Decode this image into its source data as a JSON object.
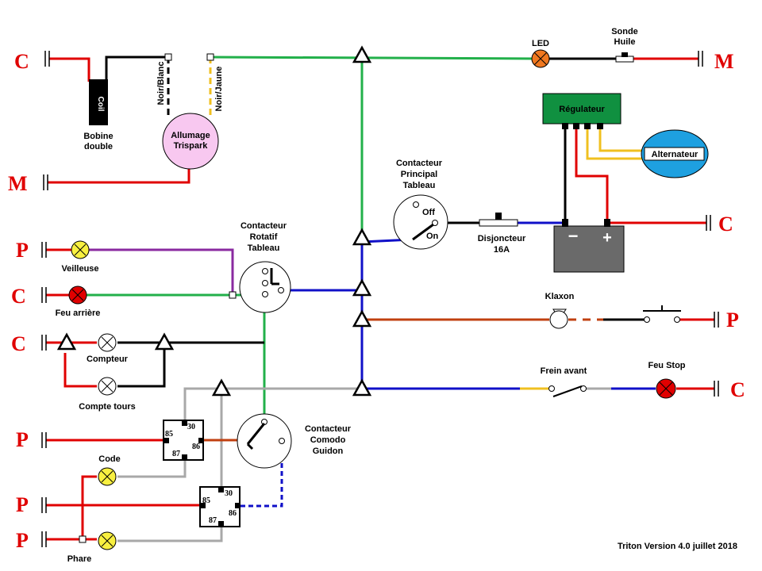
{
  "colors": {
    "red": "#e00000",
    "black": "#000000",
    "green": "#22b04a",
    "blue": "#1010c8",
    "purple": "#8a2aa0",
    "yellow": "#f0c020",
    "brown": "#c04010",
    "grey": "#a8a8a8",
    "led_orange": "#f07820",
    "lamp_yellow": "#f8f040",
    "stop_red": "#e00000",
    "regulator_green": "#109040",
    "battery_grey": "#6a6a6a",
    "alternator_blue": "#1ea0e0",
    "allumage_pink": "#f8c8f0"
  },
  "terminals": {
    "c_top_left": "C",
    "m_left": "M",
    "p_veilleuse": "P",
    "c_feu_arriere": "C",
    "c_compteur": "C",
    "p_relay1": "P",
    "p_relay2": "P",
    "p_phare": "P",
    "m_top_right": "M",
    "c_battery": "C",
    "p_klaxon": "P",
    "c_feu_stop": "C"
  },
  "labels": {
    "coil": "Coil",
    "bobine_line1": "Bobine",
    "bobine_line2": "double",
    "allumage_line1": "Allumage",
    "allumage_line2": "Trispark",
    "noir_blanc": "Noir/Blanc",
    "noir_jaune": "Noir/Jaune",
    "led": "LED",
    "sonde_line1": "Sonde",
    "sonde_line2": "Huile",
    "regulateur": "Régulateur",
    "alternateur": "Alternateur",
    "cp_line1": "Contacteur",
    "cp_line2": "Principal",
    "cp_line3": "Tableau",
    "off": "Off",
    "on": "On",
    "disjoncteur_line1": "Disjoncteur",
    "disjoncteur_line2": "16A",
    "battery_minus": "−",
    "battery_plus": "+",
    "cr_line1": "Contacteur",
    "cr_line2": "Rotatif",
    "cr_line3": "Tableau",
    "veilleuse": "Veilleuse",
    "feu_arriere": "Feu arrière",
    "compteur": "Compteur",
    "compte_tours": "Compte tours",
    "klaxon": "Klaxon",
    "frein_avant": "Frein avant",
    "feu_stop": "Feu Stop",
    "cc_line1": "Contacteur",
    "cc_line2": "Comodo",
    "cc_line3": "Guidon",
    "code": "Code",
    "phare": "Phare",
    "pin_85": "85",
    "pin_30": "30",
    "pin_87": "87",
    "pin_86": "86"
  },
  "footer": "Triton Version 4.0 juillet 2018"
}
